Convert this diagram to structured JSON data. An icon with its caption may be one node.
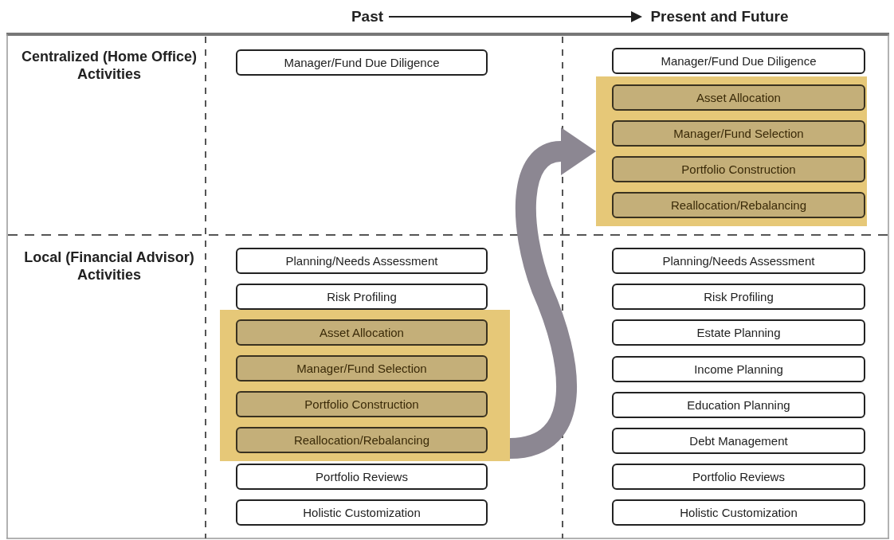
{
  "diagram": {
    "nodes": [
      {
        "text": [
          "Past"
        ]
      },
      {
        "text": [
          "Present and Future"
        ]
      },
      {
        "text": [
          "Manager/Fund Due Diligence"
        ]
      },
      {
        "text": [
          "Manager/Fund Due Diligence"
        ]
      },
      {
        "text": [],
        "shape": "box"
      },
      {
        "text": [
          "Asset Allocation"
        ],
        "in": 4
      },
      {
        "text": [
          "Manager/Fund Selection"
        ],
        "in": 4
      },
      {
        "text": [
          "Portfolio Construction"
        ],
        "in": 4
      },
      {
        "text": [
          "Reallocation/Rebalancing"
        ],
        "in": 4
      },
      {
        "text": [
          "Planning/Needs Assessment"
        ]
      },
      {
        "text": [
          "Risk Profiling"
        ]
      },
      {
        "text": [],
        "shape": "box"
      },
      {
        "text": [
          "Asset Allocation"
        ],
        "in": 11
      },
      {
        "text": [
          "Manager/Fund Selection"
        ],
        "in": 11
      },
      {
        "text": [
          "Portfolio Construction"
        ],
        "in": 11
      },
      {
        "text": [
          "Reallocation/Rebalancing"
        ],
        "in": 11
      },
      {
        "text": [
          "Portfolio Reviews"
        ]
      },
      {
        "text": [
          "Holistic Customization"
        ]
      },
      {
        "text": [
          "Planning/Needs Assessment"
        ]
      },
      {
        "text": [
          "Risk Profiling"
        ]
      },
      {
        "text": [
          "Estate Planning"
        ]
      },
      {
        "text": [
          "Income Planning"
        ]
      },
      {
        "text": [
          "Education Planning"
        ]
      },
      {
        "text": [
          "Debt Management"
        ]
      },
      {
        "text": [
          "Portfolio Reviews"
        ]
      },
      {
        "text": [
          "Holistic Customization"
        ]
      }
    ],
    "edges": [
      {
        "from": 0,
        "to": 1,
        "arrow": "to"
      },
      {
        "from": 11,
        "to": 4,
        "arrow": "to",
        "style": "thick",
        "color": "#8c8792"
      }
    ],
    "labels": [
      "Centralized (Home Office) Activities",
      "Local (Financial Advisor) Activities"
    ]
  }
}
